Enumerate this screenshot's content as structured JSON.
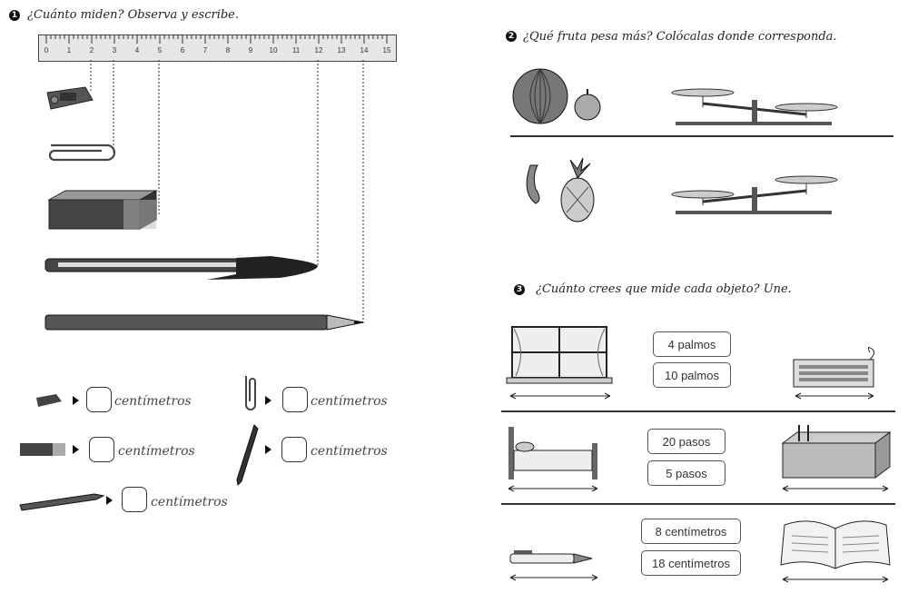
{
  "exercise1": {
    "number": "1",
    "title": "¿Cuánto miden? Observa y escribe.",
    "ruler_ticks": [
      "0",
      "1",
      "2",
      "3",
      "4",
      "5",
      "6",
      "7",
      "8",
      "9",
      "10",
      "11",
      "12",
      "13",
      "14",
      "15"
    ],
    "unit_label": "centímetros"
  },
  "exercise2": {
    "number": "2",
    "title": "¿Qué fruta pesa más? Colócalas donde corresponda."
  },
  "exercise3": {
    "number": "3",
    "title": "¿Cuánto crees que mide cada objeto? Une.",
    "rows": [
      {
        "options": [
          "4 palmos",
          "10 palmos"
        ]
      },
      {
        "options": [
          "20 pasos",
          "5 pasos"
        ]
      },
      {
        "options": [
          "8 centímetros",
          "18 centímetros"
        ]
      }
    ]
  }
}
